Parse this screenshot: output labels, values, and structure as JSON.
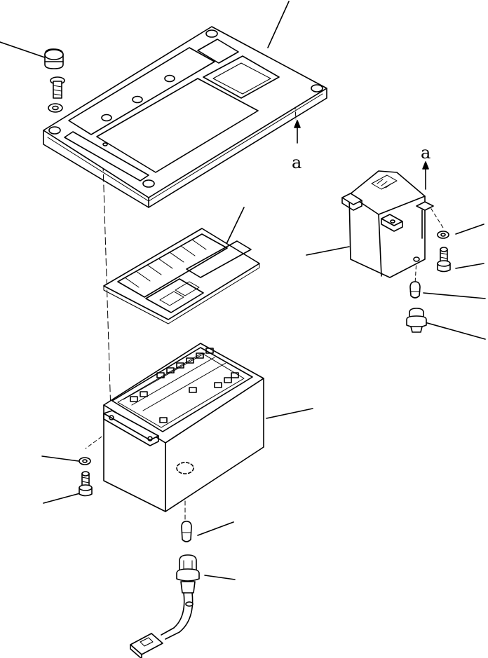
{
  "figure": {
    "type": "exploded parts diagram",
    "ref_label_left": "a",
    "ref_label_right": "a"
  },
  "parts": [
    {
      "id": "monitor-cover-panel"
    },
    {
      "id": "cap-plug"
    },
    {
      "id": "cover-screw"
    },
    {
      "id": "cover-washer"
    },
    {
      "id": "display-board"
    },
    {
      "id": "monitor-housing"
    },
    {
      "id": "monitor-washer"
    },
    {
      "id": "monitor-bolt"
    },
    {
      "id": "monitor-lamp-bulb"
    },
    {
      "id": "monitor-lamp-socket"
    },
    {
      "id": "wire-connector"
    },
    {
      "id": "gauge-unit"
    },
    {
      "id": "gauge-washer"
    },
    {
      "id": "gauge-bolt"
    },
    {
      "id": "gauge-lamp-bulb"
    },
    {
      "id": "gauge-lamp-socket"
    }
  ]
}
